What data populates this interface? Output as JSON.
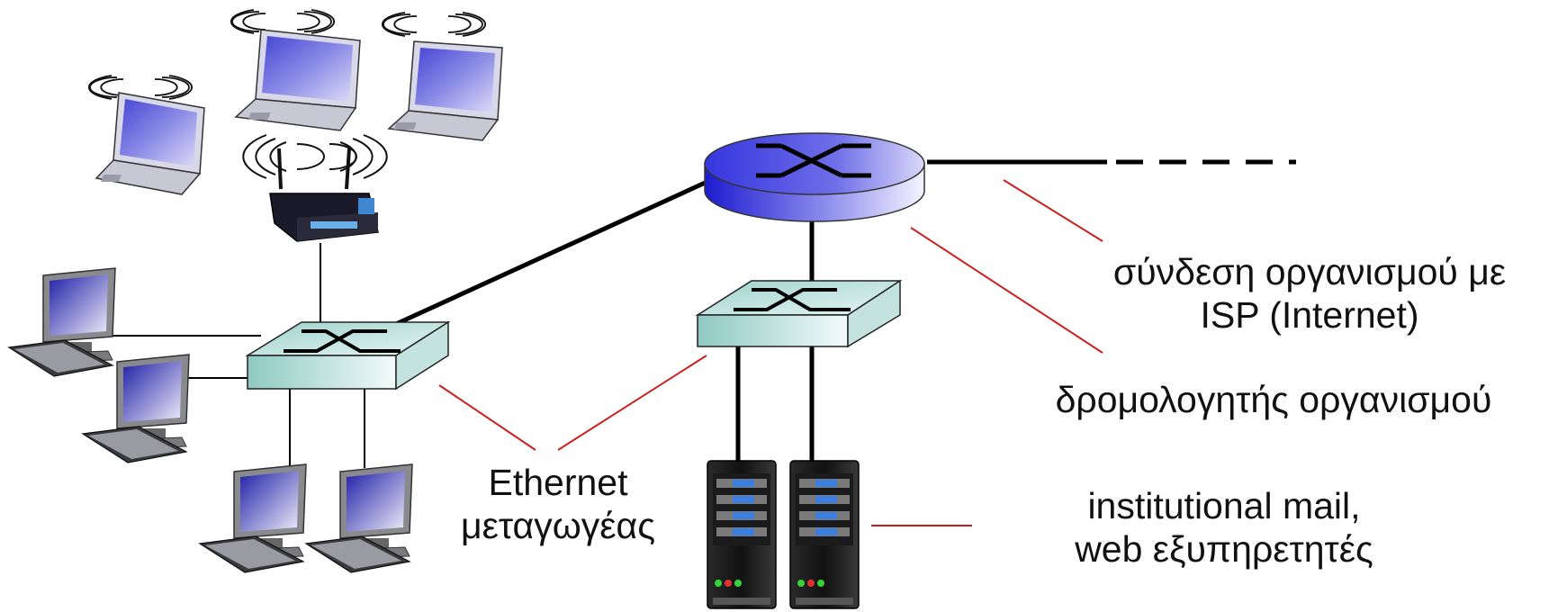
{
  "labels": {
    "isp_link_line1": "σύνδεση οργανισμού  με",
    "isp_link_line2": "ISP (Internet)",
    "router": "δρομολογητής  οργανισμού",
    "servers_line1": "institutional mail,",
    "servers_line2": "web εξυπηρετητές",
    "switch_line1": "Ethernet",
    "switch_line2": "μεταγωγέας"
  },
  "colors": {
    "annotation_line": "#cc1f1f",
    "router_blue": "#2a2ad8",
    "switch_teal": "#bfe0dc",
    "laptop_screen": "#5b5bd6"
  }
}
